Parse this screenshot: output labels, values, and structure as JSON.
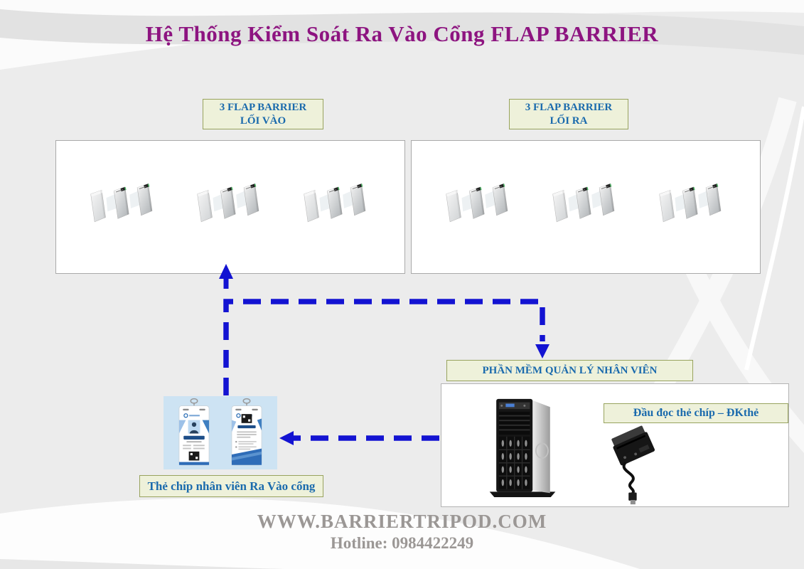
{
  "title": "Hệ Thống Kiểm Soát Ra Vào Cổng FLAP BARRIER",
  "entrance_label": {
    "line1": "3 FLAP BARRIER",
    "line2": "LỐI VÀO"
  },
  "exit_label": {
    "line1": "3 FLAP BARRIER",
    "line2": "LỐI RA"
  },
  "software_label": {
    "text": "PHẦN MỀM QUẢN LÝ NHÂN VIÊN"
  },
  "card_reader_label": {
    "text": "Đầu đọc thẻ chíp – ĐKthẻ"
  },
  "employee_card_label": {
    "text": "Thẻ chíp nhân viên Ra Vào cổng"
  },
  "footer": {
    "website": "WWW.BARRIERTRIPOD.COM",
    "hotline": "Hotline: 0984422249"
  },
  "icons": {
    "flap_barrier_group": "three-lane flap barrier turnstile image",
    "server": "tower server image",
    "card_reader": "usb chip-card reader image",
    "id_cards": "employee id badge front and back image"
  },
  "colors": {
    "background": "#ececec",
    "title_text": "#8d1480",
    "label_text": "#1a6aad",
    "label_background": "#eef1da",
    "label_border": "#98a35e",
    "arrow_blue": "#1313d2",
    "footer_text": "#9b9795",
    "cards_panel_background": "#cde3f3"
  }
}
